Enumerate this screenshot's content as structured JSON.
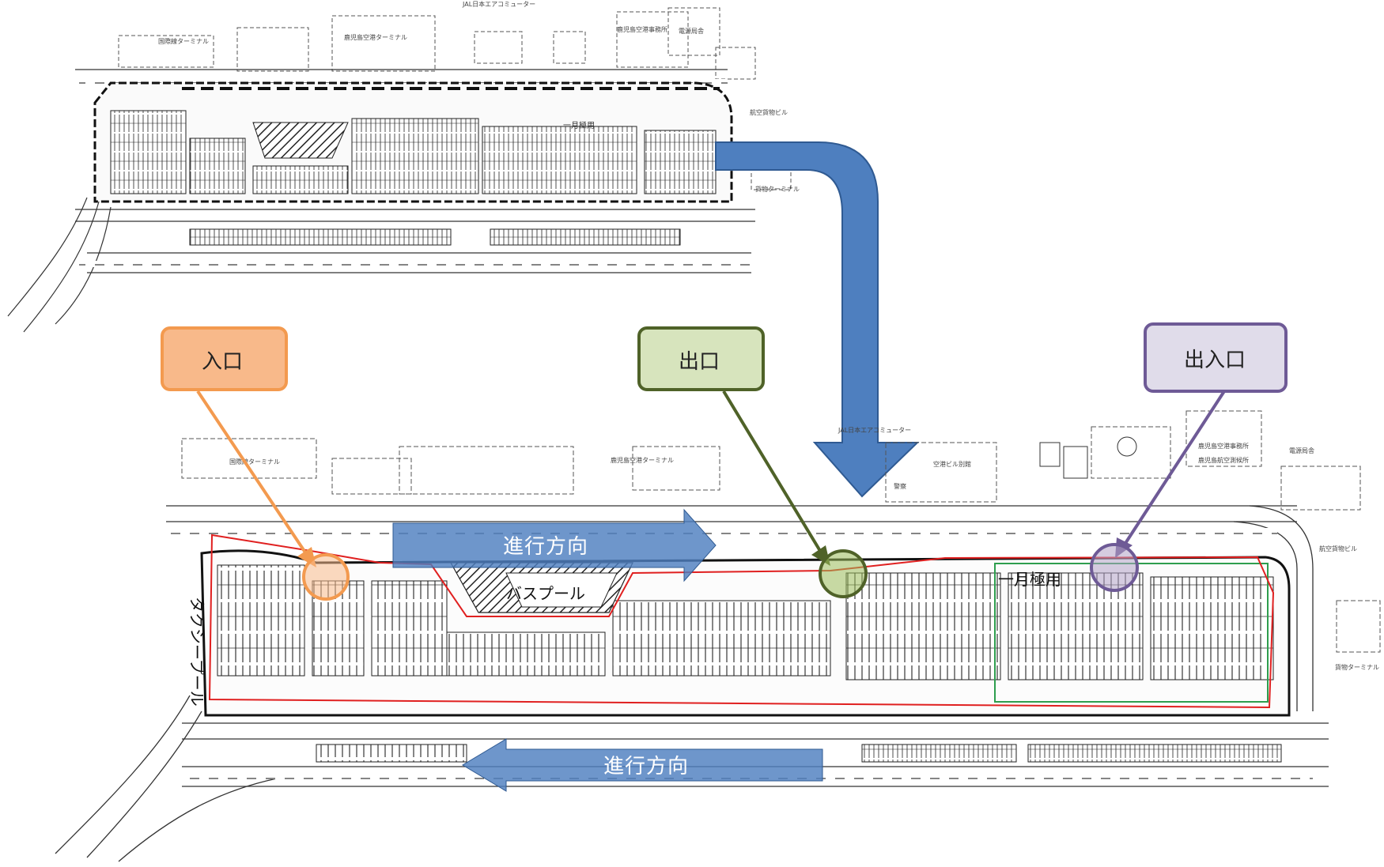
{
  "labels": {
    "entrance": "入口",
    "exit": "出口",
    "entrance_exit": "出入口"
  },
  "direction": {
    "top": "進行方向",
    "bottom": "進行方向"
  },
  "map_text": {
    "bus_pool": "バスプール",
    "taxi_pool": "タクシープール",
    "monthly_top": "一月極用",
    "monthly_bottom": "一月極用",
    "intl_terminal": "国際線ターミナル",
    "domestic_terminal": "鹿児島空港ターミナル",
    "jal_elevator": "JAL日本エアコミューター",
    "airport_annex": "空港ビル別館",
    "police_box": "警察",
    "office_1": "鹿児島空港事務所",
    "office_2": "鹿児島航空測候所",
    "power_station": "電源局舎",
    "cargo_building": "航空貨物ビル",
    "cargo_terminal": "貨物ターミナル"
  },
  "colors": {
    "entrance_fill": "#F8B98A",
    "entrance_border": "#F39A4F",
    "exit_fill": "#D7E4BD",
    "exit_border": "#4F6228",
    "both_fill": "#E0DCEA",
    "both_border": "#6E5A96",
    "big_arrow": "#4E7FBF",
    "route_line": "#E02020",
    "monthly_line": "#2E9E4E"
  }
}
